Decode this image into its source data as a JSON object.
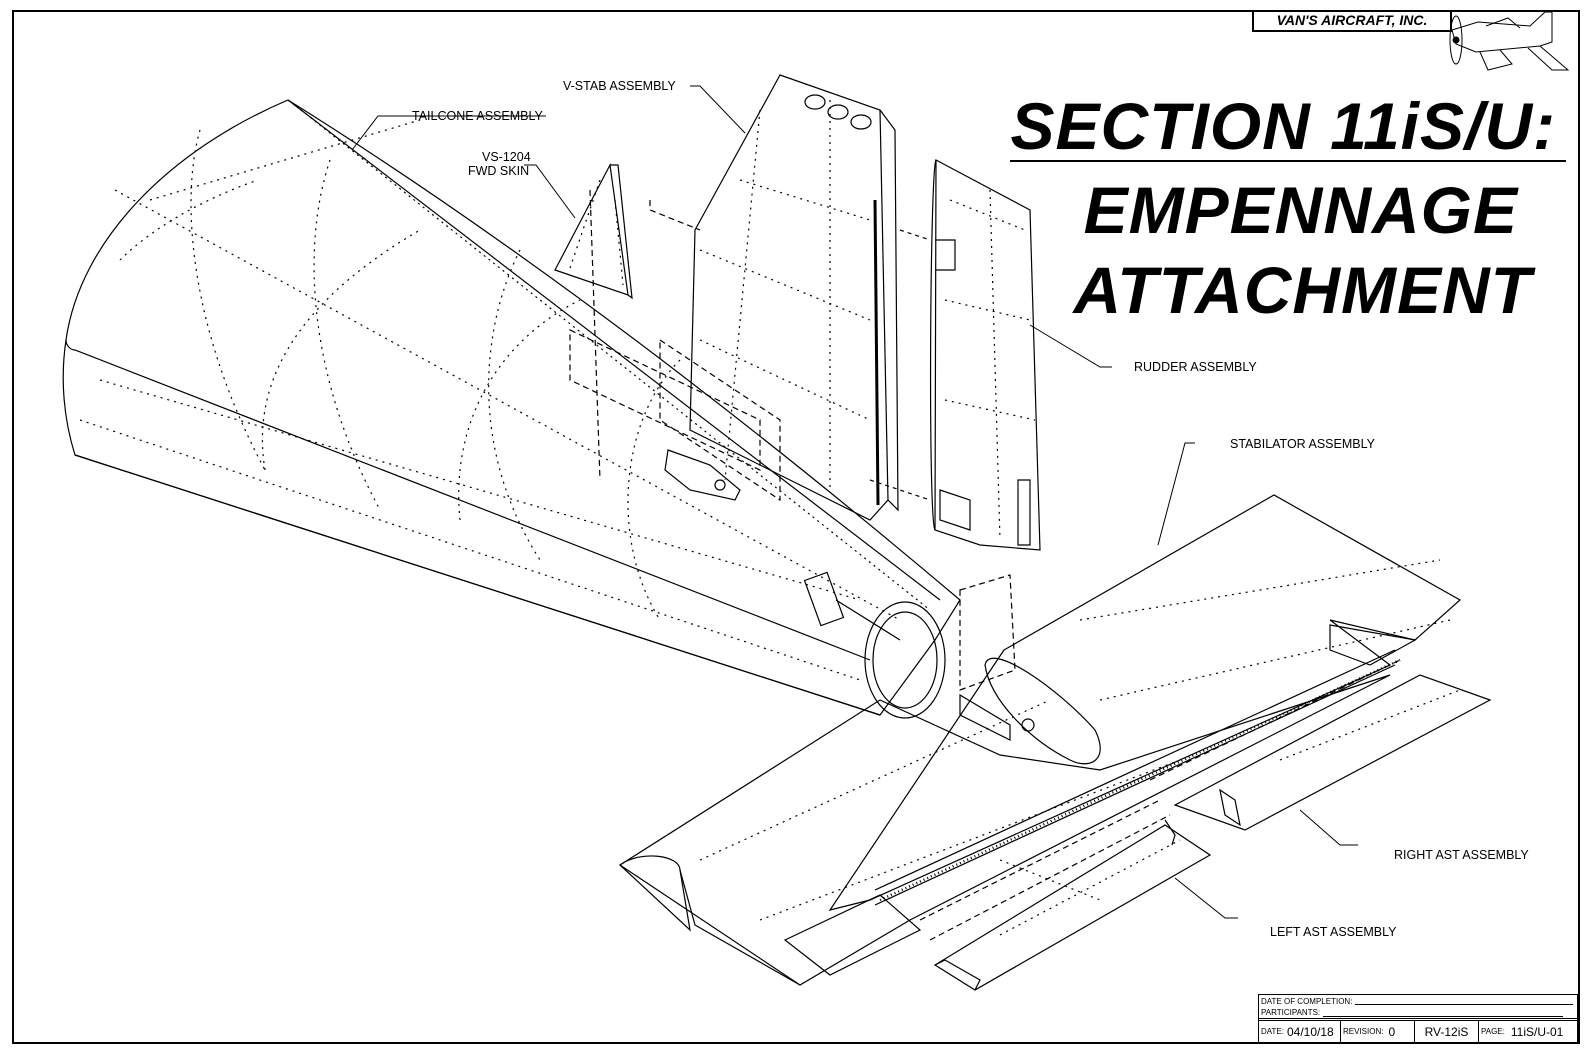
{
  "company": "VAN'S AIRCRAFT, INC.",
  "title": {
    "line1": "SECTION 11iS/U:",
    "line2": "EMPENNAGE",
    "line3": "ATTACHMENT"
  },
  "callouts": {
    "vstab": "V-STAB ASSEMBLY",
    "tailcone": "TAILCONE ASSEMBLY",
    "vs1204_a": "VS-1204",
    "vs1204_b": "FWD SKIN",
    "rudder": "RUDDER ASSEMBLY",
    "stabilator": "STABILATOR ASSEMBLY",
    "right_ast": "RIGHT AST ASSEMBLY",
    "left_ast": "LEFT AST ASSEMBLY"
  },
  "title_block": {
    "date_of_completion_label": "DATE OF COMPLETION:",
    "participants_label": "PARTICIPANTS:",
    "date_label": "DATE:",
    "date_value": "04/10/18",
    "revision_label": "REVISION:",
    "revision_value": "0",
    "model": "RV-12iS",
    "page_label": "PAGE:",
    "page_value": "11iS/U-01"
  }
}
